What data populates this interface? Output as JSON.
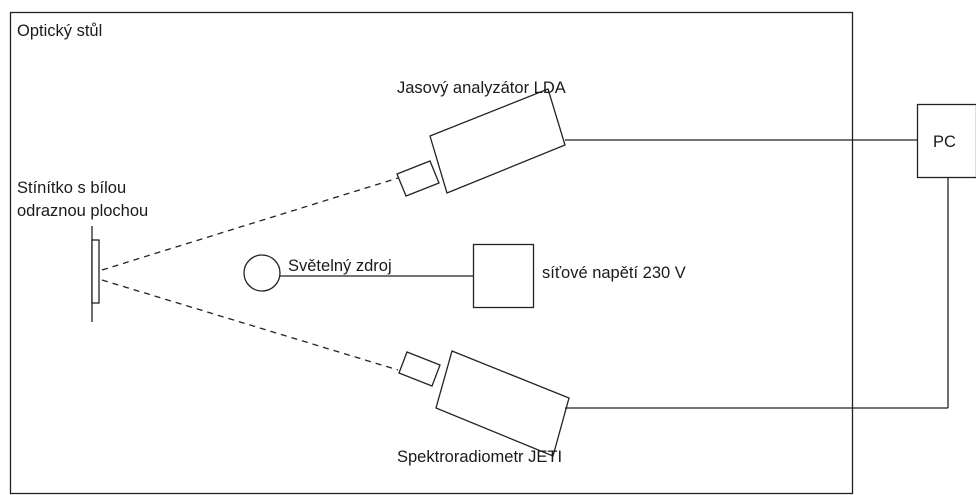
{
  "labels": {
    "table": "Optický stůl",
    "lda": "Jasový analyzátor LDA",
    "pc": "PC",
    "screen_line1": "Stínítko s bílou",
    "screen_line2": "odraznou plochou",
    "light_source": "Světelný zdroj",
    "mains": "síťové napětí 230 V",
    "jeti": "Spektroradiometr JETI"
  }
}
